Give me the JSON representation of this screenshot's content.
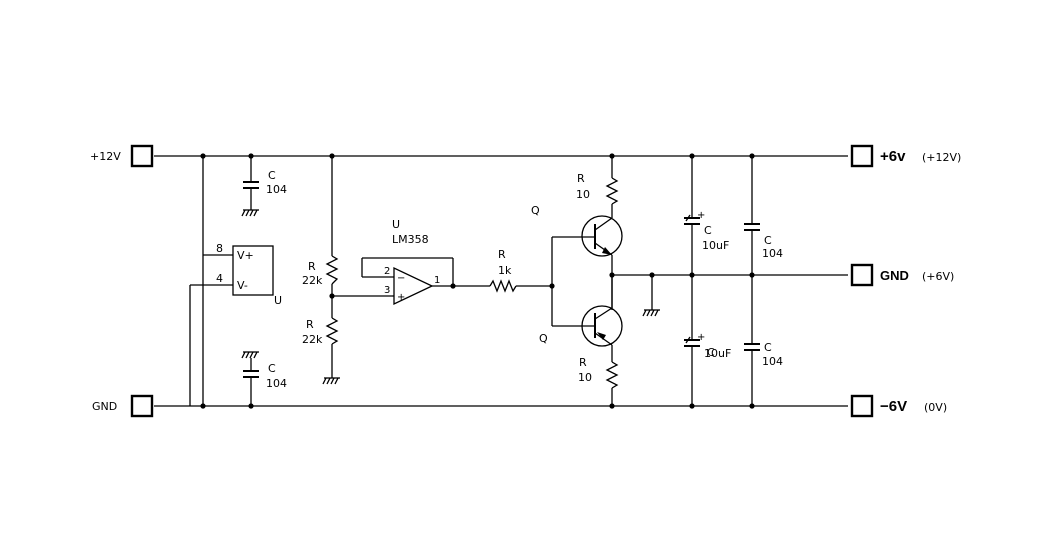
{
  "terminals": {
    "in_pos": "+12V",
    "in_gnd": "GND",
    "out_pos_main": "+6v",
    "out_pos_sub": "(+12V)",
    "out_mid_main": "GND",
    "out_mid_sub": "(+6V)",
    "out_neg_main": "−6V",
    "out_neg_sub": "(0V)"
  },
  "parts": {
    "c_top_left": {
      "ref": "C",
      "value": "104"
    },
    "c_bot_left": {
      "ref": "C",
      "value": "104"
    },
    "r_div_top": {
      "ref": "R",
      "value": "22k"
    },
    "r_div_bot": {
      "ref": "R",
      "value": "22k"
    },
    "power_block": {
      "pin_vp": "8",
      "pin_vn": "4",
      "label_vp": "V+",
      "label_vn": "V-",
      "ref": "U"
    },
    "opamp": {
      "ref": "U",
      "value": "LM358",
      "pin_inv": "2",
      "pin_noninv": "3",
      "pin_out": "1",
      "sign_inv": "−",
      "sign_noninv": "+"
    },
    "r_series": {
      "ref": "R",
      "value": "1k"
    },
    "q_top": {
      "ref": "Q"
    },
    "q_bot": {
      "ref": "Q"
    },
    "r_emit_top": {
      "ref": "R",
      "value": "10"
    },
    "r_emit_bot": {
      "ref": "R",
      "value": "10"
    },
    "ce_top": {
      "ref": "C",
      "value": "10uF"
    },
    "ce_bot": {
      "ref": "C",
      "value": "10uF"
    },
    "c_out_top": {
      "ref": "C",
      "value": "104"
    },
    "c_out_bot": {
      "ref": "C",
      "value": "104"
    }
  }
}
